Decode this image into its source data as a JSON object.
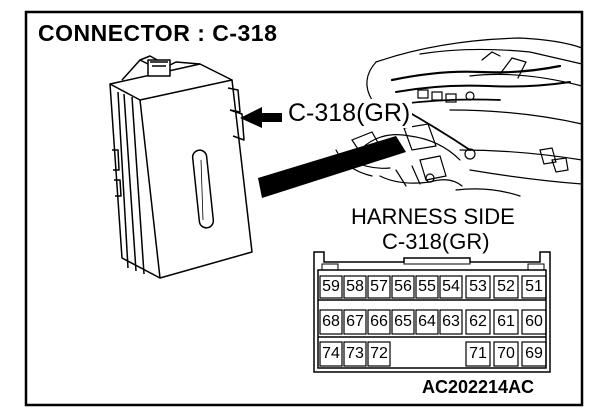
{
  "title": "CONNECTOR : C-318",
  "callout_label": "C-318(GR)",
  "harness": {
    "heading": "HARNESS SIDE",
    "connector": "C-318(GR)",
    "rows": [
      [
        "59",
        "58",
        "57",
        "56",
        "55",
        "54",
        "53",
        "52",
        "51"
      ],
      [
        "68",
        "67",
        "66",
        "65",
        "64",
        "63",
        "62",
        "61",
        "60"
      ],
      [
        "74",
        "73",
        "72",
        "",
        "",
        "",
        "71",
        "70",
        "69"
      ]
    ]
  },
  "figure_code": "AC202214AC",
  "colors": {
    "ink": "#000000",
    "background": "#ffffff"
  }
}
